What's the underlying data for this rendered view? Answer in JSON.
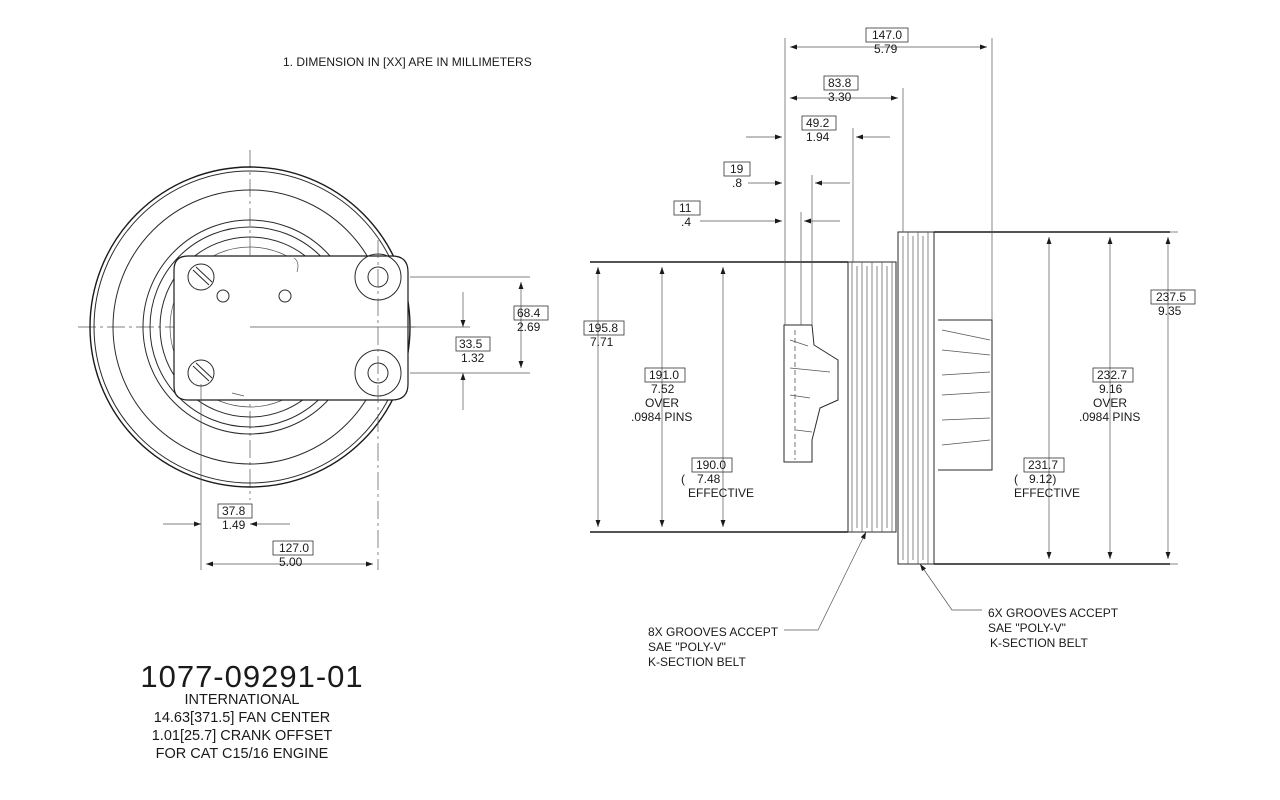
{
  "note": "1.  DIMENSION IN [XX] ARE IN MILLIMETERS",
  "title_block": {
    "part_number": "1077-09291-01",
    "lines": [
      "INTERNATIONAL",
      "14.63[371.5] FAN CENTER",
      "1.01[25.7] CRANK OFFSET",
      "FOR CAT C15/16 ENGINE"
    ]
  },
  "front_view": {
    "dim_68_4": {
      "mm": "68.4",
      "in": "2.69"
    },
    "dim_33_5": {
      "mm": "33.5",
      "in": "1.32"
    },
    "dim_37_8": {
      "mm": "37.8",
      "in": "1.49"
    },
    "dim_127_0": {
      "mm": "127.0",
      "in": "5.00"
    }
  },
  "side_view": {
    "dim_147_0": {
      "mm": "147.0",
      "in": "5.79"
    },
    "dim_83_8": {
      "mm": "83.8",
      "in": "3.30"
    },
    "dim_49_2": {
      "mm": "49.2",
      "in": "1.94"
    },
    "dim_19": {
      "mm": "19",
      "in": ".8"
    },
    "dim_11": {
      "mm": "11",
      "in": ".4"
    },
    "dim_195_8": {
      "mm": "195.8",
      "in": "7.71"
    },
    "dim_191_0": {
      "mm": "191.0",
      "in": "7.52",
      "over": "OVER",
      "pins": ".0984 PINS"
    },
    "dim_190_0": {
      "mm": "190.0",
      "in": "7.48",
      "paren": "(",
      "effective": "EFFECTIVE"
    },
    "dim_237_5": {
      "mm": "237.5",
      "in": "9.35"
    },
    "dim_232_7": {
      "mm": "232.7",
      "in": "9.16",
      "over": "OVER",
      "pins": ".0984 PINS"
    },
    "dim_231_7": {
      "mm": "231.7",
      "in": "9.12)",
      "paren": "(",
      "effective": "EFFECTIVE"
    },
    "grooves_8x": [
      "8X GROOVES ACCEPT",
      "SAE \"POLY-V\"",
      "K-SECTION BELT"
    ],
    "grooves_6x": [
      "6X GROOVES ACCEPT",
      "SAE \"POLY-V\"",
      "K-SECTION BELT"
    ]
  }
}
